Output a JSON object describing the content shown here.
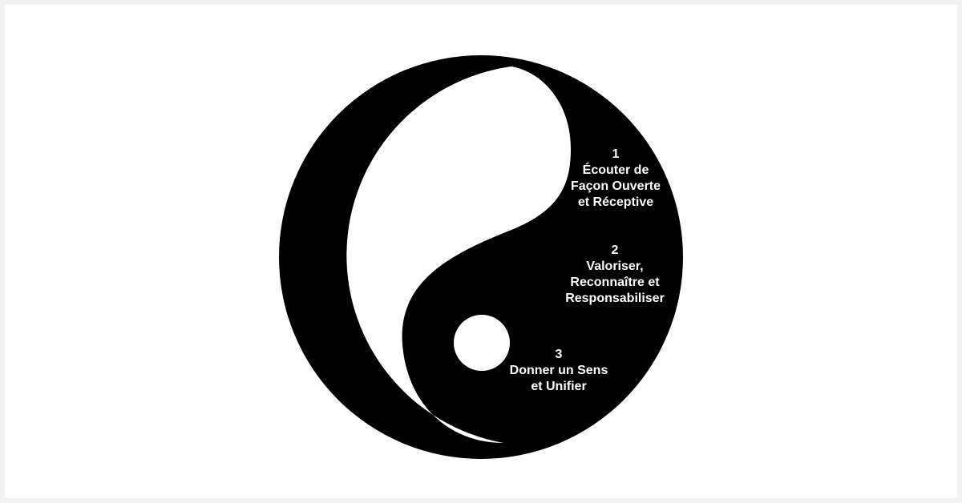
{
  "colors": {
    "page_border": "#f2f2f2",
    "background": "#ffffff",
    "dark": "#000000",
    "light": "#ffffff"
  },
  "steps": [
    {
      "number": "1",
      "lines": [
        "Écouter de",
        "Façon Ouverte",
        "et Réceptive"
      ]
    },
    {
      "number": "2",
      "lines": [
        "Valoriser,",
        "Reconnaître et",
        "Responsabiliser"
      ]
    },
    {
      "number": "3",
      "lines": [
        "Donner un Sens",
        "et Unifier"
      ]
    }
  ]
}
